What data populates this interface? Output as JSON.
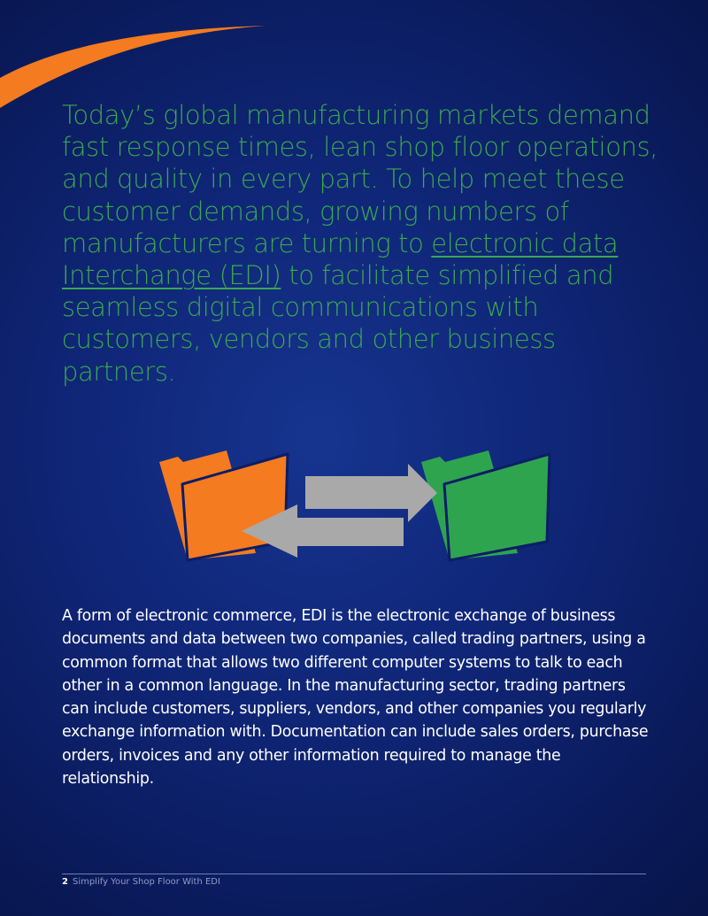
{
  "intro": {
    "before": "Today’s global manufacturing markets demand fast response times, lean shop floor operations, and quality in every part. To help meet these customer demands, growing numbers of manufacturers are turning to ",
    "link": "electronic data Interchange (EDI)",
    "after": " to facilitate simplified and seamless digital communications with customers, vendors and other business partners."
  },
  "body": "A form of electronic commerce, EDI is the electronic exchange of business documents and data between two companies, called trading partners, using a common format that allows two different computer systems to talk to each other in a common language. In the manufacturing sector, trading partners can include customers, suppliers, vendors, and other companies you regularly exchange information with. Documentation can include sales orders, purchase orders, invoices and any other information required to manage the relationship.",
  "footer": {
    "page_number": "2",
    "title": "Simplify Your Shop Floor With EDI"
  },
  "colors": {
    "accent_green": "#3aa84f",
    "accent_orange": "#f47b20",
    "arrow_gray": "#a9a9a9",
    "background": "#0f2576"
  },
  "icons": {
    "left": "folder-orange-icon",
    "right": "folder-green-icon",
    "exchange": "exchange-arrows-icon"
  }
}
